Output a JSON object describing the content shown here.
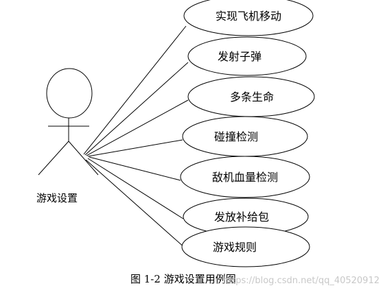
{
  "actor": {
    "name": "游戏设置"
  },
  "use_cases": [
    "实现飞机移动",
    "发射子弹",
    "多条生命",
    "碰撞检测",
    "敌机血量检测",
    "发放补给包",
    "游戏规则"
  ],
  "caption": "图 1-2 游戏设置用例图",
  "watermark": "https://blog.csdn.net/qq_40520912"
}
